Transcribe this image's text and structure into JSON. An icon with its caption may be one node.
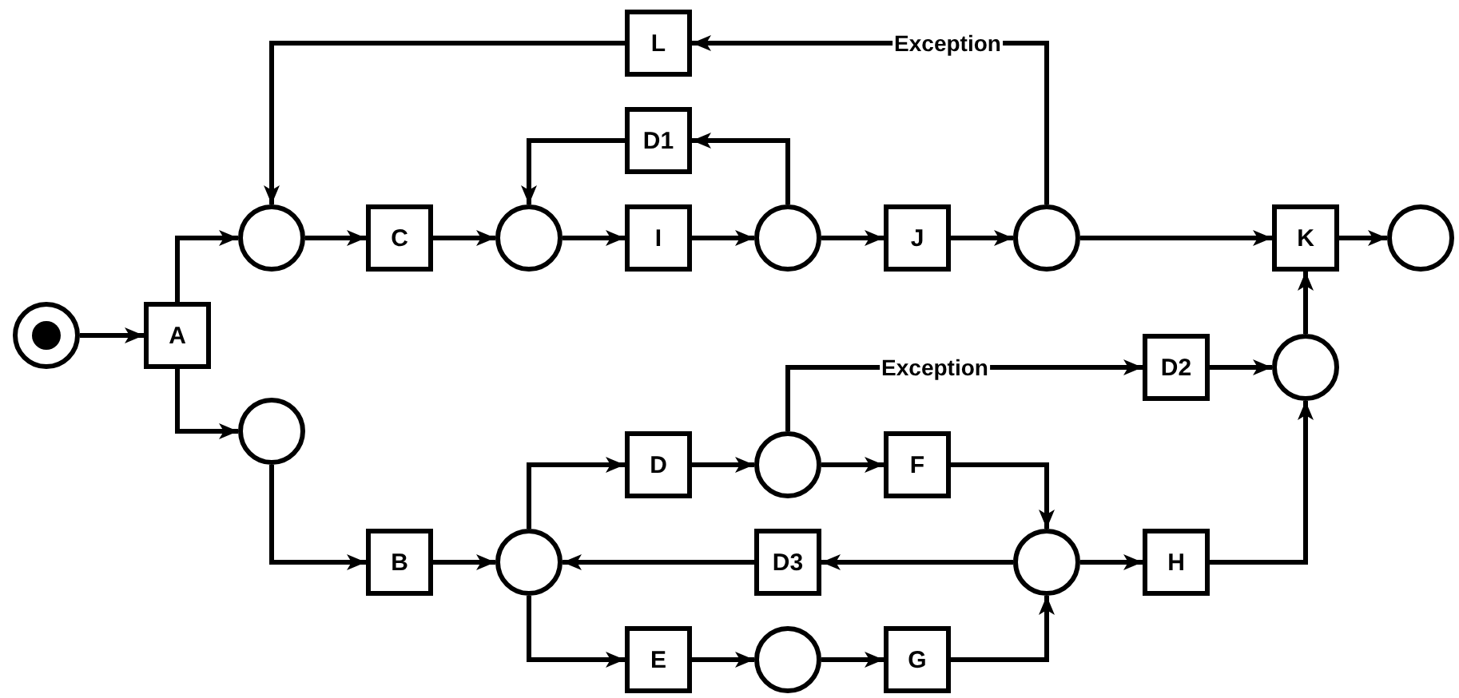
{
  "diagram": {
    "nodes": [
      {
        "text": [],
        "shape": "circle"
      },
      {
        "text": [
          "A"
        ]
      },
      {
        "text": [],
        "shape": "circle"
      },
      {
        "text": [
          "C"
        ]
      },
      {
        "text": [],
        "shape": "circle"
      },
      {
        "text": [
          "I"
        ]
      },
      {
        "text": [],
        "shape": "circle"
      },
      {
        "text": [
          "J"
        ]
      },
      {
        "text": [],
        "shape": "circle"
      },
      {
        "text": [
          "K"
        ]
      },
      {
        "text": [],
        "shape": "circle"
      },
      {
        "text": [
          "L"
        ]
      },
      {
        "text": [
          "D1"
        ]
      },
      {
        "text": [],
        "shape": "circle"
      },
      {
        "text": [
          "B"
        ]
      },
      {
        "text": [],
        "shape": "circle"
      },
      {
        "text": [
          "D"
        ]
      },
      {
        "text": [],
        "shape": "circle"
      },
      {
        "text": [
          "F"
        ]
      },
      {
        "text": [],
        "shape": "circle"
      },
      {
        "text": [
          "D3"
        ]
      },
      {
        "text": [
          "E"
        ]
      },
      {
        "text": [],
        "shape": "circle"
      },
      {
        "text": [
          "G"
        ]
      },
      {
        "text": [
          "H"
        ]
      },
      {
        "text": [
          "D2"
        ]
      },
      {
        "text": [],
        "shape": "circle"
      }
    ],
    "edges": [
      {
        "from": 0,
        "to": 1,
        "arrow": "to"
      },
      {
        "from": 1,
        "to": 2,
        "arrow": "to"
      },
      {
        "from": 1,
        "to": 13,
        "arrow": "to"
      },
      {
        "from": 2,
        "to": 3,
        "arrow": "to"
      },
      {
        "from": 3,
        "to": 4,
        "arrow": "to"
      },
      {
        "from": 4,
        "to": 5,
        "arrow": "to"
      },
      {
        "from": 5,
        "to": 6,
        "arrow": "to"
      },
      {
        "from": 6,
        "to": 7,
        "arrow": "to"
      },
      {
        "from": 7,
        "to": 8,
        "arrow": "to"
      },
      {
        "from": 8,
        "to": 9,
        "arrow": "to"
      },
      {
        "from": 9,
        "to": 10,
        "arrow": "to"
      },
      {
        "from": 8,
        "to": 11,
        "arrow": "to",
        "label": "Exception"
      },
      {
        "from": 11,
        "to": 2,
        "arrow": "to"
      },
      {
        "from": 6,
        "to": 12,
        "arrow": "to"
      },
      {
        "from": 12,
        "to": 4,
        "arrow": "to"
      },
      {
        "from": 13,
        "to": 14,
        "arrow": "to"
      },
      {
        "from": 14,
        "to": 15,
        "arrow": "to"
      },
      {
        "from": 15,
        "to": 16,
        "arrow": "to"
      },
      {
        "from": 15,
        "to": 21,
        "arrow": "to"
      },
      {
        "from": 16,
        "to": 17,
        "arrow": "to"
      },
      {
        "from": 17,
        "to": 18,
        "arrow": "to"
      },
      {
        "from": 17,
        "to": 25,
        "arrow": "to",
        "label": "Exception"
      },
      {
        "from": 18,
        "to": 19,
        "arrow": "to"
      },
      {
        "from": 19,
        "to": 20,
        "arrow": "to"
      },
      {
        "from": 20,
        "to": 15,
        "arrow": "to"
      },
      {
        "from": 21,
        "to": 22,
        "arrow": "to"
      },
      {
        "from": 22,
        "to": 23,
        "arrow": "to"
      },
      {
        "from": 23,
        "to": 19,
        "arrow": "to"
      },
      {
        "from": 19,
        "to": 24,
        "arrow": "to"
      },
      {
        "from": 24,
        "to": 26,
        "arrow": "to"
      },
      {
        "from": 25,
        "to": 26,
        "arrow": "to"
      },
      {
        "from": 26,
        "to": 9,
        "arrow": "to"
      }
    ]
  }
}
